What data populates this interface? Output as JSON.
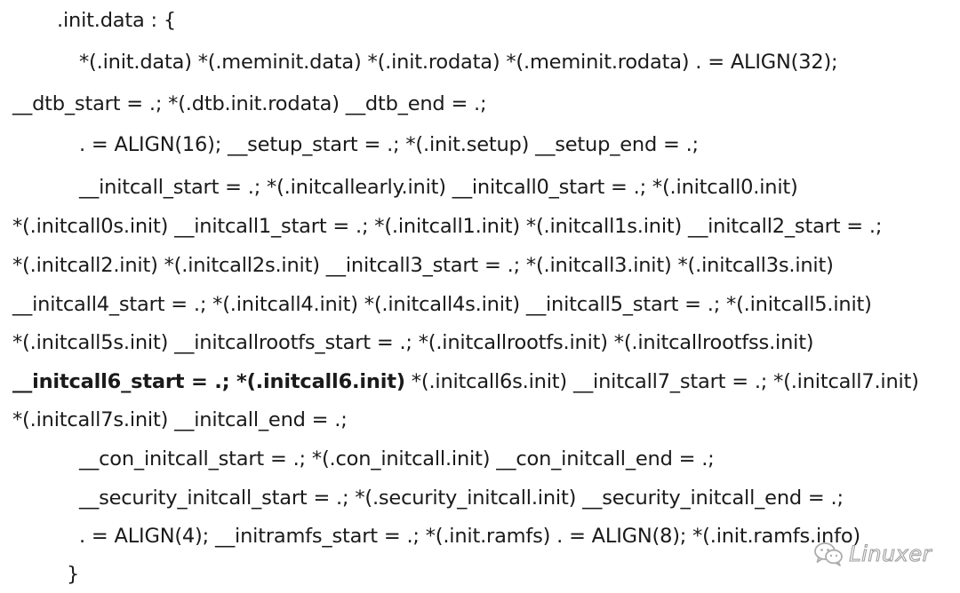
{
  "code": {
    "l01": ".init.data : {",
    "l02": "*(.init.data) *(.meminit.data) *(.init.rodata) *(.meminit.rodata) . = ALIGN(32);",
    "l03": "__dtb_start = .; *(.dtb.init.rodata) __dtb_end = .;",
    "l04": ". = ALIGN(16); __setup_start = .; *(.init.setup) __setup_end = .;",
    "l05": "__initcall_start = .; *(.initcallearly.init) __initcall0_start = .; *(.initcall0.init)",
    "l06": "*(.initcall0s.init) __initcall1_start = .; *(.initcall1.init) *(.initcall1s.init) __initcall2_start = .;",
    "l07": "*(.initcall2.init) *(.initcall2s.init) __initcall3_start = .; *(.initcall3.init) *(.initcall3s.init)",
    "l08": "__initcall4_start = .; *(.initcall4.init) *(.initcall4s.init) __initcall5_start = .; *(.initcall5.init)",
    "l09": "*(.initcall5s.init) __initcallrootfs_start = .; *(.initcallrootfs.init) *(.initcallrootfss.init)",
    "l10_bold": "__initcall6_start = .; *(.initcall6.init)",
    "l10_rest": " *(.initcall6s.init) __initcall7_start = .; *(.initcall7.init)",
    "l11": "*(.initcall7s.init) __initcall_end = .;",
    "l12": "__con_initcall_start = .; *(.con_initcall.init) __con_initcall_end = .;",
    "l13": "__security_initcall_start = .; *(.security_initcall.init) __security_initcall_end = .;",
    "l14": ". = ALIGN(4); __initramfs_start = .; *(.init.ramfs) . = ALIGN(8); *(.init.ramfs.info)",
    "l15": "}"
  },
  "watermark": {
    "text": "Linuxer",
    "icon": "wechat-icon"
  }
}
